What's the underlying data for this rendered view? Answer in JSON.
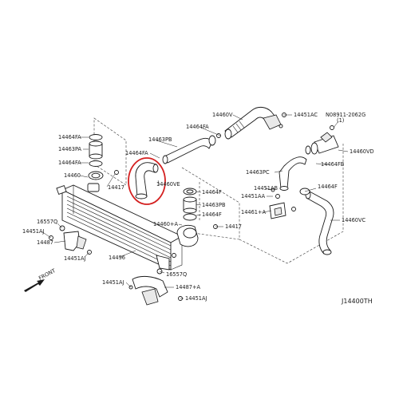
{
  "diagram": {
    "code": "J14400TH",
    "front_label": "FRONT",
    "highlight_color": "#d42020",
    "labels": {
      "l_14464fa_1": "14464FA",
      "l_14463pa": "14463PA",
      "l_14464fa_2": "14464FA",
      "l_14460": "14460",
      "l_14417_a": "14417",
      "l_14464fa_3": "14464FA",
      "l_14463pb_top": "14463PB",
      "l_14464fa_4": "14464FA",
      "l_14460ve": "14460VE",
      "l_14464f_1": "14464F",
      "l_14463pb": "14463PB",
      "l_14464f_2": "14464F",
      "l_14460a": "14460+A",
      "l_14417_b": "14417",
      "l_14460v": "14460V",
      "l_14451ac": "14451AC",
      "l_08911": "N08911-2062G",
      "l_08911_qty": "(1)",
      "l_14460vd": "14460VD",
      "l_14464fb": "14464FB",
      "l_14463pc": "14463PC",
      "l_14464f_3": "14464F",
      "l_14451ab": "14451AB",
      "l_14451aa": "14451AA",
      "l_14461a": "14461+A",
      "l_14460vc": "14460VC",
      "l_16557q_left": "16557Q",
      "l_14451aj_1": "14451AJ",
      "l_14487": "14487",
      "l_14451aj_2": "14451AJ",
      "l_14496": "14496",
      "l_14451aj_3": "14451AJ",
      "l_16557q_right": "16557Q",
      "l_14487a": "14487+A",
      "l_14451aj_4": "14451AJ"
    }
  }
}
